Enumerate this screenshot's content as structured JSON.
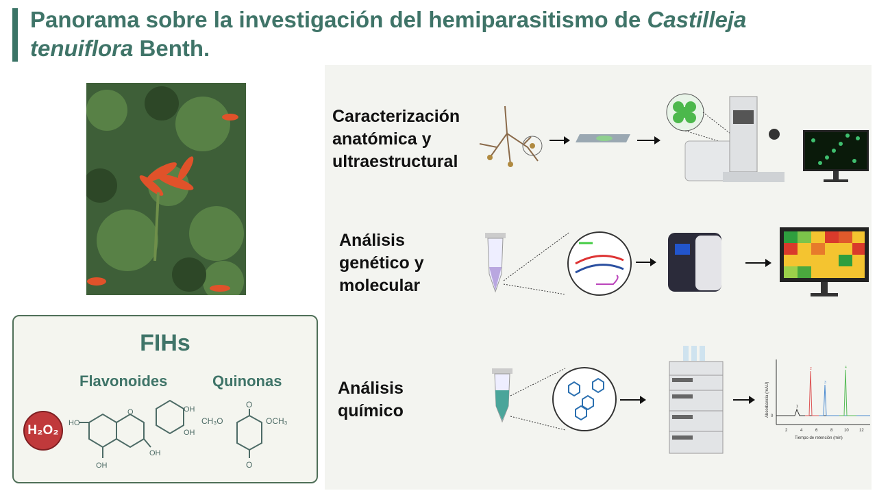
{
  "title": {
    "text": "Panorama sobre la investigación del hemiparasitismo de ",
    "italic1": "Castilleja tenuiflora",
    "text2": " Benth."
  },
  "fihs": {
    "heading": "FIHs",
    "flavonoids": "Flavonoides",
    "quinones": "Quinonas",
    "h2o2": "H₂O₂",
    "flav_labels": [
      "HO",
      "OH",
      "OH",
      "OH",
      "OH",
      "O"
    ],
    "quin_labels": [
      "CH₃O",
      "OCH₃",
      "O",
      "O"
    ]
  },
  "rows": [
    {
      "label": "Caracterización anatómica y ultraestructural"
    },
    {
      "label": "Análisis genético y molecular"
    },
    {
      "label": "Análisis químico"
    }
  ],
  "chromatogram": {
    "ylabel": "Absorbancia (mAU)",
    "xlabel": "Tiempo de retención (min)",
    "xticks": [
      "2",
      "4",
      "6",
      "8",
      "10",
      "12"
    ],
    "y0": "0",
    "peaks": [
      "1",
      "2",
      "3",
      "4"
    ]
  },
  "colors": {
    "accent": "#3a7466",
    "h2o2": "#c0393b"
  }
}
